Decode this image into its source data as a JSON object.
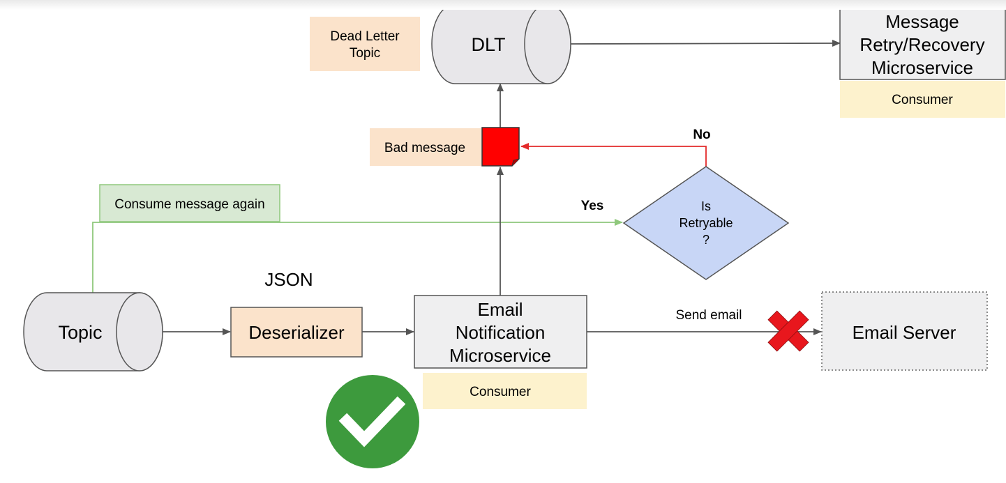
{
  "nodes": {
    "dlt_label": "Dead Letter Topic",
    "dlt_label_lines": [
      "Dead Letter",
      "Topic"
    ],
    "dlt": "DLT",
    "retry_service_lines": [
      "Message",
      "Retry/Recovery",
      "Microservice"
    ],
    "retry_consumer": "Consumer",
    "bad_message": "Bad message",
    "no": "No",
    "yes": "Yes",
    "retryable_lines": [
      "Is",
      "Retryable",
      "?"
    ],
    "consume_again": "Consume message again",
    "json": "JSON",
    "topic": "Topic",
    "deserializer": "Deserializer",
    "email_service_lines": [
      "Email",
      "Notification",
      "Microservice"
    ],
    "email_consumer": "Consumer",
    "send_email": "Send email",
    "email_server": "Email Server"
  },
  "colors": {
    "cylinder_fill": "#e8e7ea",
    "peach": "#fbe3cb",
    "cream": "#fdf2cd",
    "green_label": "#d8e9d3",
    "green_line": "#8fc87c",
    "diamond": "#c8d6f6",
    "red": "#ff0000",
    "red_line": "#e32b2b",
    "box_gray": "#efeff0",
    "check_green": "#3d9a3d",
    "x_red": "#e8171d",
    "arrow": "#555555"
  },
  "icons": [
    "check-circle-icon",
    "x-mark-icon",
    "document-icon"
  ]
}
